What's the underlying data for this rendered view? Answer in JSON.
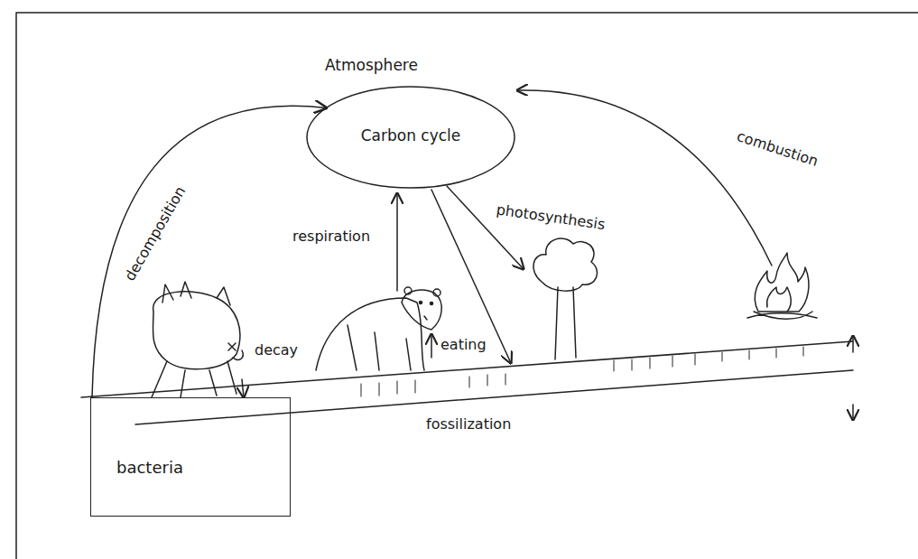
{
  "diagram": {
    "nodes": [
      {
        "text": [
          "Atmosphere",
          "Carbon cycle"
        ]
      },
      {
        "text": [
          "bacteria"
        ]
      }
    ],
    "edges": [
      {
        "from": 1,
        "to": 0,
        "label": "decomposition",
        "arrow": "to"
      }
    ],
    "labels": [
      "respiration",
      "photosynthesis",
      "combustion",
      "decay",
      "eating",
      "fossilization"
    ]
  }
}
